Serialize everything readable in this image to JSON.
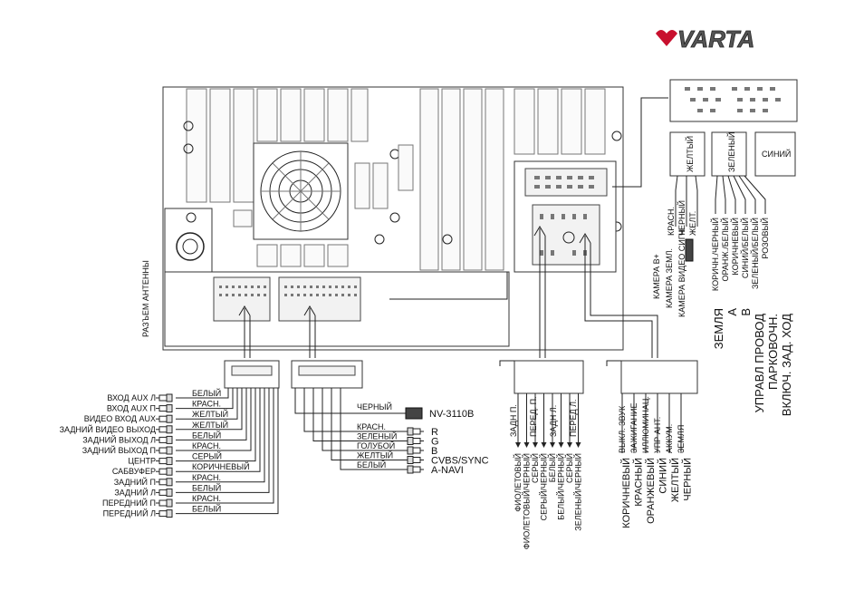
{
  "brand": {
    "logo": "VARTA",
    "logo_color": "#c8102e"
  },
  "antenna": {
    "label": "РАЗЪЕМ АНТЕННЫ"
  },
  "left_wires": [
    {
      "func": "ВХОД AUX Л",
      "color": "БЕЛЫЙ"
    },
    {
      "func": "ВХОД AUX П",
      "color": "КРАСН."
    },
    {
      "func": "ВИДЕО ВХОД AUX",
      "color": "ЖЕЛТЫЙ"
    },
    {
      "func": "ЗАДНИЙ ВИДЕО ВЫХОД",
      "color": "ЖЕЛТЫЙ"
    },
    {
      "func": "ЗАДНИЙ ВЫХОД Л",
      "color": "БЕЛЫЙ"
    },
    {
      "func": "ЗАДНИЙ ВЫХОД П",
      "color": "КРАСН."
    },
    {
      "func": "ЦЕНТР",
      "color": "СЕРЫЙ"
    },
    {
      "func": "САБВУФЕР",
      "color": "КОРИЧНЕВЫЙ"
    },
    {
      "func": "ЗАДНИЙ П",
      "color": "КРАСН."
    },
    {
      "func": "ЗАДНИЙ Л",
      "color": "БЕЛЫЙ"
    },
    {
      "func": "ПЕРЕДНИЙ П",
      "color": "КРАСН."
    },
    {
      "func": "ПЕРЕДНИЙ Л",
      "color": "БЕЛЫЙ"
    }
  ],
  "middle_wires": [
    {
      "color": "ЧЕРНЫЙ",
      "func": "NV-3110B"
    },
    {
      "color": "КРАСН.",
      "func": "R"
    },
    {
      "color": "ЗЕЛЕНЫЙ",
      "func": "G"
    },
    {
      "color": "ГОЛУБОЙ",
      "func": "B"
    },
    {
      "color": "ЖЕЛТЫЙ",
      "func": "CVBS/SYNC"
    },
    {
      "color": "БЕЛЫЙ",
      "func": "A-NAVI"
    }
  ],
  "speaker_functions": [
    "ЗАДН П.",
    "ПЕРЕД. П.",
    "ЗАДН Л.",
    "ПЕРЕД Л."
  ],
  "speaker_colors": [
    "ФИОЛЕТОВЫЙ",
    "ФИОЛЕТОВЫЙ/ЧЕРНЫЙ",
    "СЕРЫЙ",
    "СЕРЫЙ/ЧЕРНЫЙ",
    "БЕЛЫЙ",
    "БЕЛЫЙ/ЧЕРНЫЙ",
    "СЕРЫЙ",
    "ЗЕЛЕНЫЙ/ЧЕРНЫЙ"
  ],
  "power_functions": [
    "ВЫКЛ. ЗВУК",
    "ЗАЖИГАНИЕ",
    "ИЛЛЮМИНАЦ.",
    "УПР АНТ.",
    "АККУМ.",
    "ЗЕМЛЯ"
  ],
  "power_colors": [
    "КОРИЧНЕВЫЙ",
    "КРАСНЫЙ",
    "ОРАНЖЕВЫЙ",
    "СИНИЙ",
    "ЖЕЛТЫЙ",
    "ЧЕРНЫЙ"
  ],
  "camera_block": {
    "label": "ЖЕЛТЫЙ",
    "wires": [
      "КРАСН.",
      "ЧЕРНЫЙ",
      "ЖЕЛТ."
    ],
    "funcs": [
      "КАМЕРА В+",
      "КАМЕРА ЗЕМЛ.",
      "КАМЕРА ВИДЕО СИГН"
    ]
  },
  "green_block": {
    "label": "ЗЕЛЕНЫЙ",
    "wires": [
      "КОРИЧН./ЧЕРНЫЙ",
      "ОРАНЖ./БЕЛЫЙ",
      "КОРИЧНЕВЫЙ",
      "СИНИЙ/БЕЛЫЙ",
      "ЗЕЛЕНЫЙ/БЕЛЫЙ",
      "РОЗОВЫЙ"
    ]
  },
  "blue_block": {
    "label": "СИНИЙ"
  },
  "right_functions": [
    "ЗЕМЛЯ",
    "А",
    "В",
    "УПРАВЛ ПРОВОД",
    "ПАРКОВОЧН.",
    "ВКЛЮЧ. ЗАД. ХОД"
  ]
}
